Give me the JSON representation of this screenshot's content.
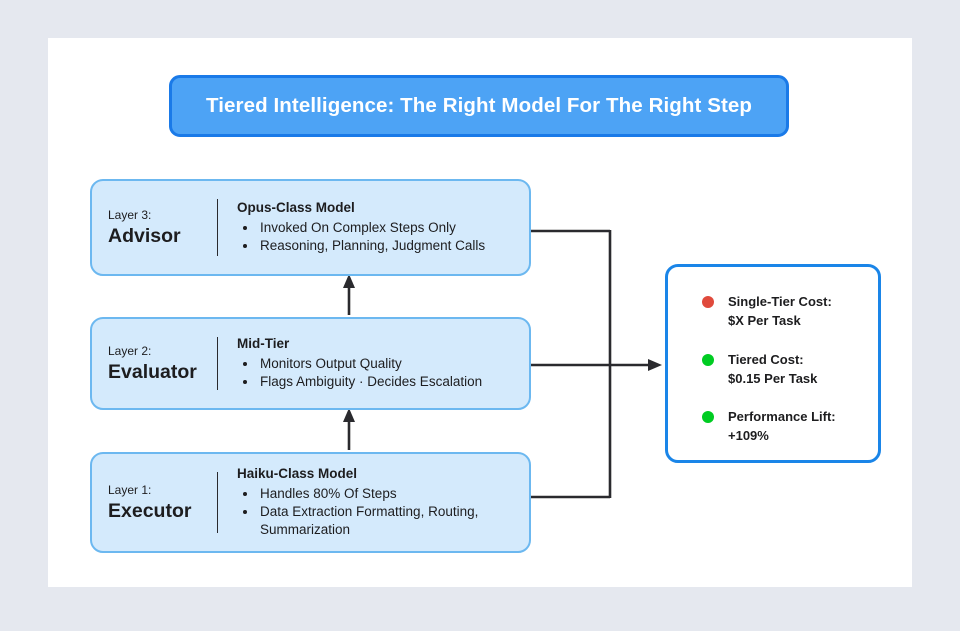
{
  "title": {
    "text": "Tiered Intelligence: The Right Model For The Right Step"
  },
  "layers": [
    {
      "tag": "Layer 3:",
      "name": "Advisor",
      "model": "Opus-Class Model",
      "bullets": [
        "Invoked On Complex Steps Only",
        "Reasoning, Planning, Judgment Calls"
      ]
    },
    {
      "tag": "Layer 2:",
      "name": "Evaluator",
      "model": "Mid-Tier",
      "bullets": [
        "Monitors Output Quality",
        "Flags Ambiguity · Decides Escalation"
      ]
    },
    {
      "tag": "Layer 1:",
      "name": "Executor",
      "model": "Haiku-Class Model",
      "bullets": [
        "Handles 80% Of Steps",
        "Data Extraction Formatting, Routing, Summarization"
      ]
    }
  ],
  "results": {
    "items": [
      {
        "dot": "red-status-dot",
        "color": "#e04a3c",
        "label": "Single-Tier Cost:",
        "value": "$X Per Task"
      },
      {
        "dot": "green-status-dot",
        "color": "#00cc22",
        "label": "Tiered Cost:",
        "value": "$0.15 Per Task"
      },
      {
        "dot": "green-status-dot",
        "color": "#00cc22",
        "label": "Performance Lift:",
        "value": "+109%"
      }
    ]
  },
  "colors": {
    "page_background": "#e5e8ef",
    "card_background": "#ffffff",
    "title_fill": "#4da3f5",
    "title_border": "#1a7ae8",
    "layer_fill": "#d4eafc",
    "layer_border": "#6cb8f0",
    "results_border": "#1a85e8",
    "connector": "#2a2a2e",
    "text": "#1d1d1f"
  }
}
